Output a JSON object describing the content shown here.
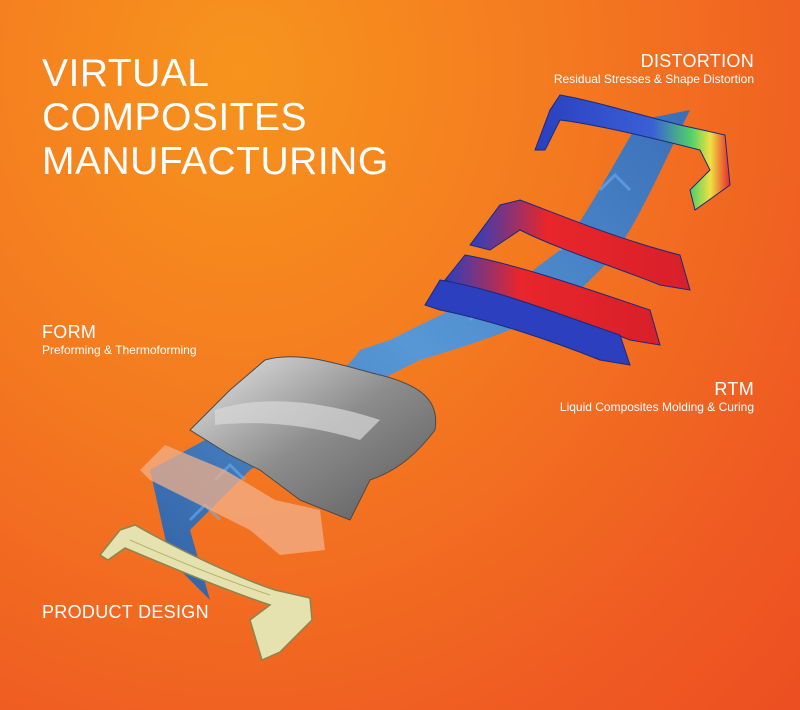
{
  "title": {
    "lines": [
      "VIRTUAL",
      "COMPOSITES",
      "MANUFACTURING"
    ]
  },
  "stages": {
    "distortion": {
      "name": "DISTORTION",
      "description": "Residual Stresses & Shape Distortion"
    },
    "rtm": {
      "name": "RTM",
      "description": "Liquid Composites Molding & Curing"
    },
    "form": {
      "name": "FORM",
      "description": "Preforming & Thermoforming"
    },
    "product_design": {
      "name": "PRODUCT DESIGN"
    }
  },
  "colors": {
    "background": "#f47a20",
    "ribbon": "#3a86d6",
    "flow_front": "#e8262b",
    "preform": "#9a9a9a",
    "cad_part": "#e6e2b0",
    "text": "#ffffff"
  }
}
